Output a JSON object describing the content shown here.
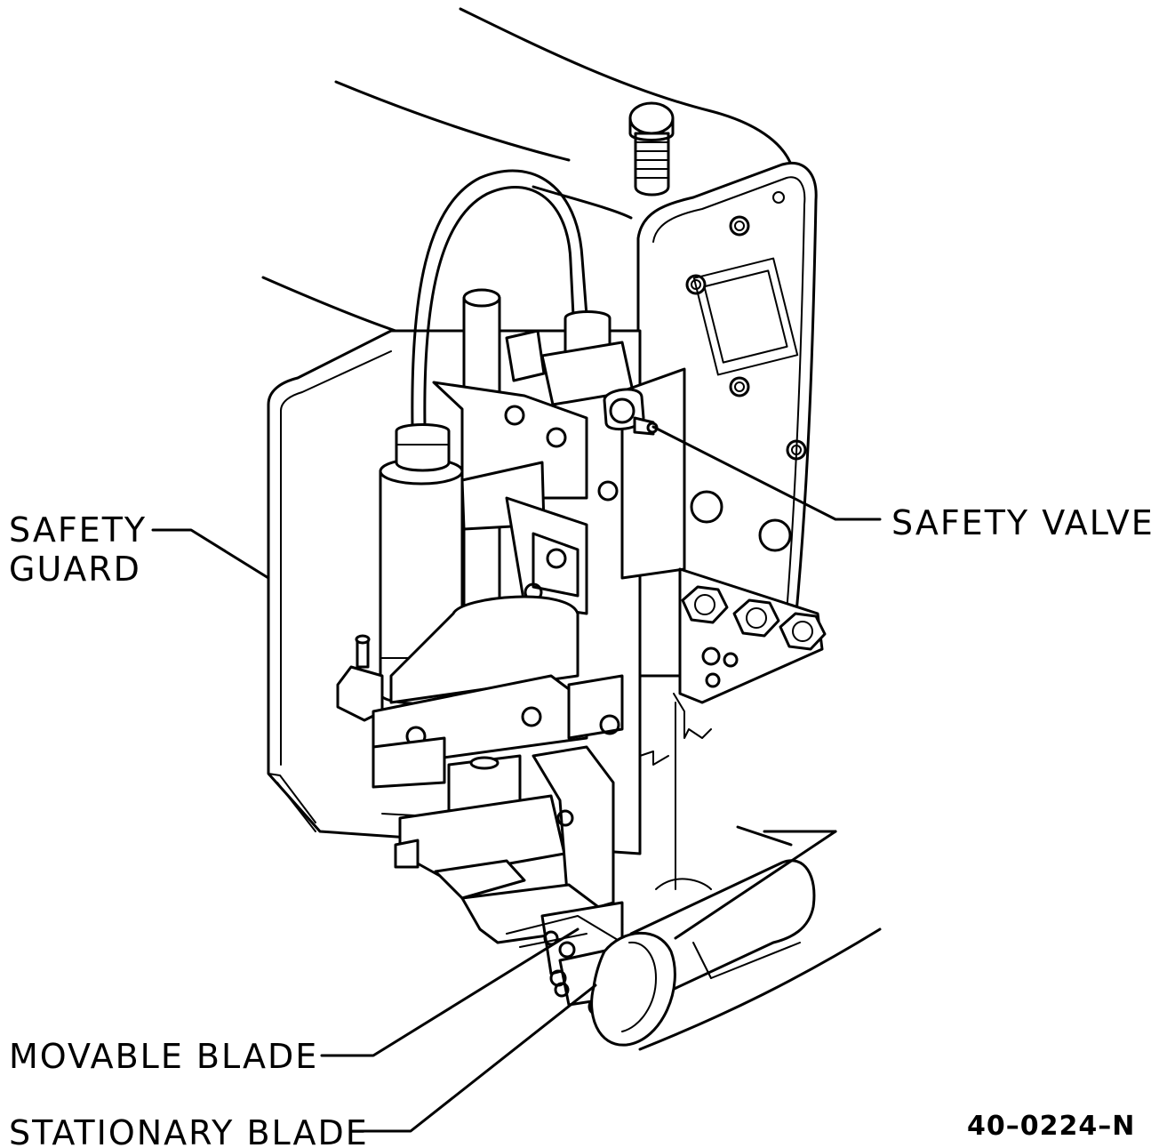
{
  "labels": {
    "safety_guard_line1": "SAFETY",
    "safety_guard_line2": "GUARD",
    "safety_valve": "SAFETY VALVE",
    "movable_blade": "MOVABLE BLADE",
    "stationary_blade": "STATIONARY BLADE"
  },
  "drawing_number": "40–0224–N"
}
